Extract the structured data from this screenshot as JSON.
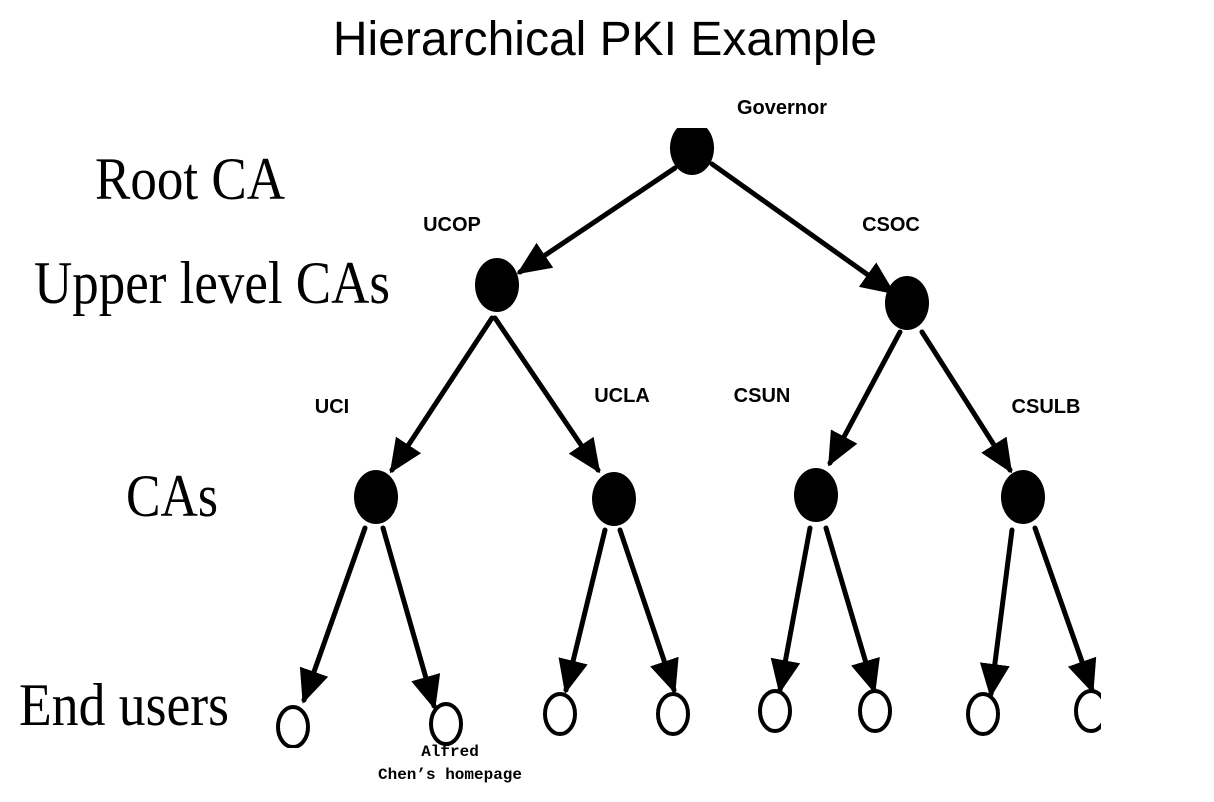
{
  "title": "Hierarchical PKI Example",
  "levels": {
    "root": "Root CA",
    "upper": "Upper level CAs",
    "cas": "CAs",
    "end_users": "End users"
  },
  "nodes": {
    "governor": "Governor",
    "ucop": "UCOP",
    "csoc": "CSOC",
    "uci": "UCI",
    "ucla": "UCLA",
    "csun": "CSUN",
    "csulb": "CSULB"
  },
  "end_user_caption": {
    "line1": "Alfred",
    "line2": "Chen’s homepage"
  },
  "colors": {
    "node_fill": "#000000",
    "edge": "#000000",
    "end_user_fill": "#ffffff"
  }
}
